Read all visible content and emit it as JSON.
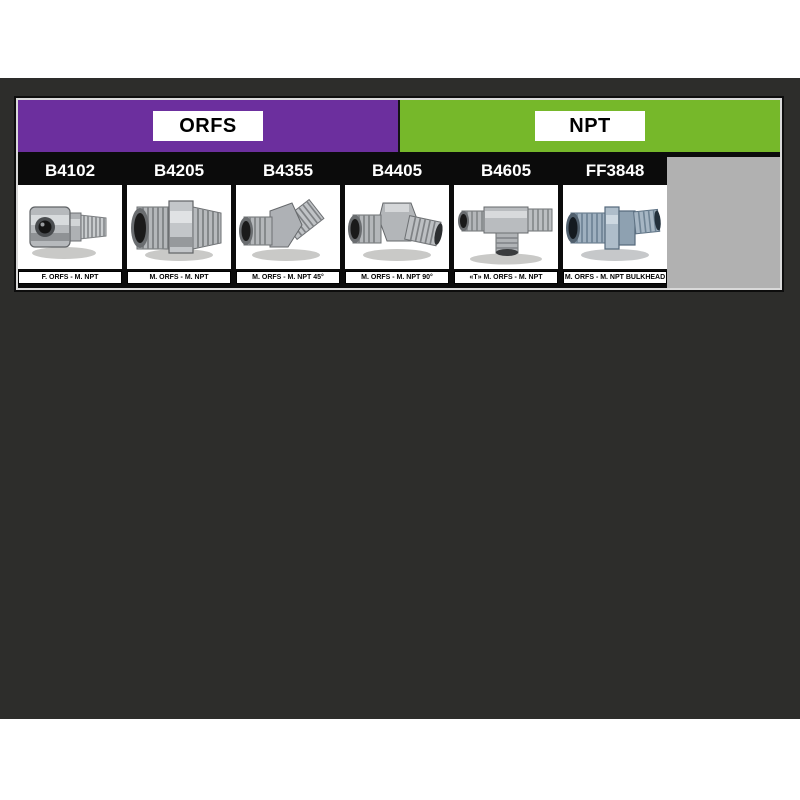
{
  "banner": {
    "orfs": {
      "label": "ORFS",
      "color": "#6C2F9E"
    },
    "npt": {
      "label": "NPT",
      "color": "#76B82A"
    }
  },
  "products": [
    {
      "code": "B4102",
      "caption": "F. ORFS - M. NPT",
      "image": "straight-swivel-fitting"
    },
    {
      "code": "B4205",
      "caption": "M. ORFS - M. NPT",
      "image": "hex-nipple-fitting"
    },
    {
      "code": "B4355",
      "caption": "M. ORFS - M. NPT 45°",
      "image": "elbow-45-fitting"
    },
    {
      "code": "B4405",
      "caption": "M. ORFS - M. NPT 90°",
      "image": "elbow-90-fitting"
    },
    {
      "code": "B4605",
      "caption": "«T» M. ORFS - M. NPT",
      "image": "tee-fitting"
    },
    {
      "code": "FF3848",
      "caption": "M. ORFS - M. NPT BULKHEAD",
      "image": "bulkhead-fitting"
    }
  ],
  "colors": {
    "page_background": "#FFFFFF",
    "backdrop": "#2D2D2B",
    "panel_black": "#0B0B0B",
    "panel_frame_light": "#D9D9D9",
    "empty_area_gray": "#B1B1B1",
    "header_text": "#FFFFFF",
    "caption_text": "#000000"
  }
}
